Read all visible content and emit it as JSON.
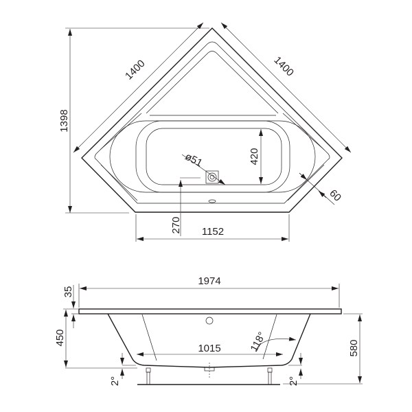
{
  "top_view": {
    "dim_height": "1398",
    "dim_side_left": "1400",
    "dim_side_right": "1400",
    "dim_inner_width": "420",
    "dim_drain_diameter": "ø51",
    "dim_drain_offset": "270",
    "dim_front_width": "1152",
    "dim_rim_width": "60"
  },
  "side_view": {
    "dim_total_length": "1974",
    "dim_rim_thickness": "35",
    "dim_depth": "450",
    "dim_total_height": "580",
    "dim_bottom_length": "1015",
    "dim_wall_angle": "118°",
    "dim_slope_left": "2°",
    "dim_slope_right": "2°"
  },
  "colors": {
    "line": "#231f20",
    "background": "#ffffff"
  }
}
